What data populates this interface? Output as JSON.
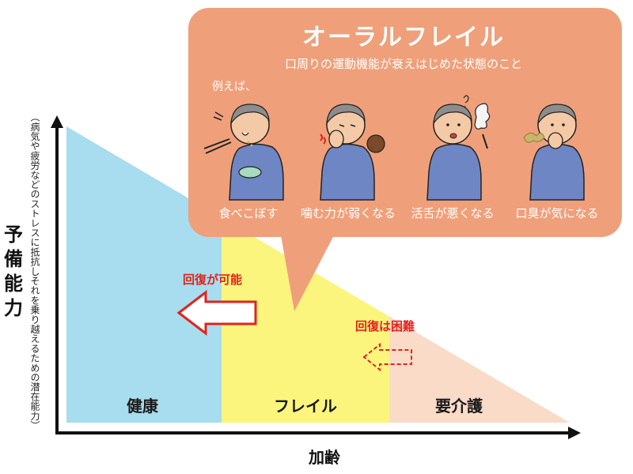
{
  "axes": {
    "y_label": "予備能力",
    "y_sublabel": "（病気や疲労などのストレスに抵抗しそれを乗り越えるための潜在能力）",
    "x_label": "加齢"
  },
  "zones": [
    {
      "label": "健康",
      "color": "#a8dcef"
    },
    {
      "label": "フレイル",
      "color": "#fbf57e"
    },
    {
      "label": "要介護",
      "color": "#f9dbc8"
    }
  ],
  "recovery": {
    "possible_label": "回復が可能",
    "difficult_label": "回復は困難",
    "color": "#e2231a"
  },
  "bubble": {
    "title": "オーラルフレイル",
    "subtitle": "口周りの運動機能が衰えはじめた状態のこと",
    "example_intro": "例えば、",
    "color": "#efa07a",
    "examples": [
      {
        "label": "食べこぼす",
        "icon": "spilling-food-icon"
      },
      {
        "label": "噛む力が弱くなる",
        "icon": "weak-chewing-icon"
      },
      {
        "label": "活舌が悪くなる",
        "icon": "poor-articulation-icon"
      },
      {
        "label": "口臭が気になる",
        "icon": "bad-breath-icon"
      }
    ]
  }
}
